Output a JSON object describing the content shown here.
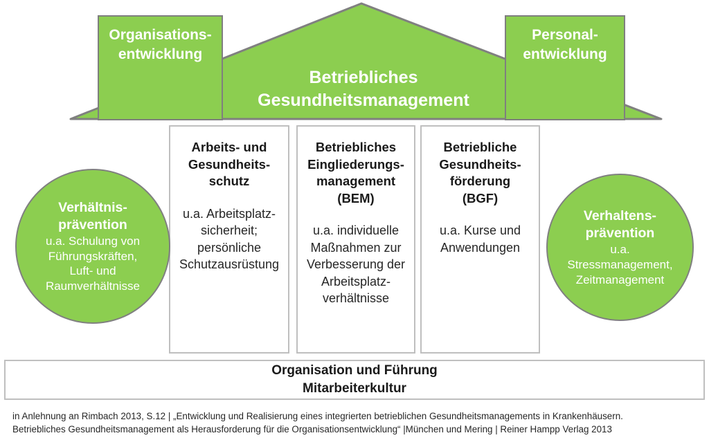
{
  "theme": {
    "green": "#8CCE50",
    "roof_border": "#808080",
    "pillar_border": "#BFBFBF",
    "text_dark": "#1a1a1a",
    "text_white": "#ffffff"
  },
  "roof": {
    "title_line1": "Betriebliches",
    "title_line2": "Gesundheitsmanagement"
  },
  "side_boxes": [
    {
      "id": "organisationsentwicklung",
      "line1": "Organisations-",
      "line2": "entwicklung"
    },
    {
      "id": "personalentwicklung",
      "line1": "Personal-",
      "line2": "entwicklung"
    }
  ],
  "pillars": [
    {
      "id": "arbeits-und-gesundheitsschutz",
      "title": "Arbeits- und\nGesundheits-\nschutz",
      "body": "u.a. Arbeitsplatz-\nsicherheit;\npersönliche\nSchutzausrüstung"
    },
    {
      "id": "betriebliches-eingliederungsmanagement",
      "title": "Betriebliches\nEingliederungs-\nmanagement\n(BEM)",
      "body": "u.a. individuelle\nMaßnahmen zur\nVerbesserung der\nArbeitsplatz-\nverhältnisse"
    },
    {
      "id": "betriebliche-gesundheitsfoerderung",
      "title": "Betriebliche\nGesundheits-\nförderung\n(BGF)",
      "body": "u.a. Kurse und\nAnwendungen"
    }
  ],
  "circles": [
    {
      "id": "verhaeltnispraevention",
      "title": "Verhältnis-\nprävention",
      "body": "u.a. Schulung von\nFührungskräften,\nLuft- und\nRaumverhältnisse"
    },
    {
      "id": "verhaltenspraevention",
      "title": "Verhaltens-\nprävention",
      "body": "u.a.\nStressmanagement,\nZeitmanagement"
    }
  ],
  "foundation": {
    "line1": "Organisation und Führung",
    "line2": "Mitarbeiterkultur"
  },
  "citation": {
    "line1": "in Anlehnung an Rimbach 2013, S.12 | „Entwicklung und Realisierung eines integrierten betrieblichen Gesundheitsmanagements in Krankenhäusern.",
    "line2": "Betriebliches Gesundheitsmanagement als Herausforderung für die Organisationsentwicklung“ |München und Mering | Reiner Hampp Verlag 2013"
  }
}
